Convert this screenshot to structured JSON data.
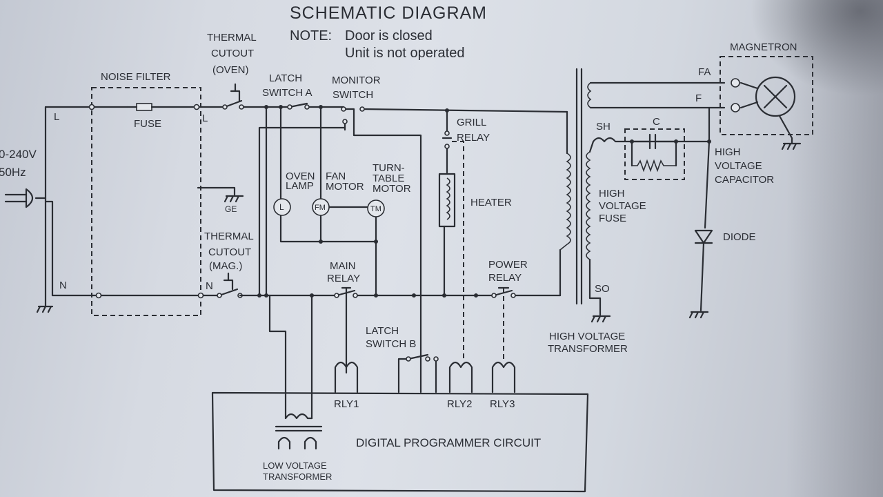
{
  "header": {
    "title": "SCHEMATIC DIAGRAM",
    "note_label": "NOTE:",
    "note_line1": "Door is closed",
    "note_line2": "Unit is not operated"
  },
  "supply": {
    "voltage": "0-240V",
    "frequency": "50Hz",
    "line": "L",
    "neutral": "N"
  },
  "labels": {
    "noise_filter": "NOISE FILTER",
    "fuse": "FUSE",
    "filter_line_out": "L",
    "filter_neutral_out": "N",
    "ge": "GE",
    "tc_oven": [
      "THERMAL",
      "CUTOUT",
      "(OVEN)"
    ],
    "tc_mag": [
      "THERMAL",
      "CUTOUT",
      "(MAG.)"
    ],
    "latch_a": [
      "LATCH",
      "SWITCH A"
    ],
    "monitor": [
      "MONITOR",
      "SWITCH"
    ],
    "oven_lamp": [
      "OVEN",
      "LAMP"
    ],
    "fan_motor": [
      "FAN",
      "MOTOR"
    ],
    "turntable": [
      "TURN-",
      "TABLE",
      "MOTOR"
    ],
    "lamp_symbol": "L",
    "fan_symbol": "FM",
    "turntable_symbol": "TM",
    "grill_relay": [
      "GRILL",
      "RELAY"
    ],
    "heater": "HEATER",
    "main_relay": [
      "MAIN",
      "RELAY"
    ],
    "power_relay": [
      "POWER",
      "RELAY"
    ],
    "latch_b": [
      "LATCH",
      "SWITCH B"
    ],
    "rly1": "RLY1",
    "rly2": "RLY2",
    "rly3": "RLY3",
    "dpc": "DIGITAL PROGRAMMER CIRCUIT",
    "lvt": [
      "LOW VOLTAGE",
      "TRANSFORMER"
    ],
    "hvt": [
      "HIGH VOLTAGE",
      "TRANSFORMER"
    ],
    "sh": "SH",
    "so": "SO",
    "hv_fuse": [
      "HIGH",
      "VOLTAGE",
      "FUSE"
    ],
    "c": "C",
    "hv_cap": [
      "HIGH",
      "VOLTAGE",
      "CAPACITOR"
    ],
    "magnetron": "MAGNETRON",
    "fa": "FA",
    "f": "F",
    "diode": "DIODE"
  }
}
